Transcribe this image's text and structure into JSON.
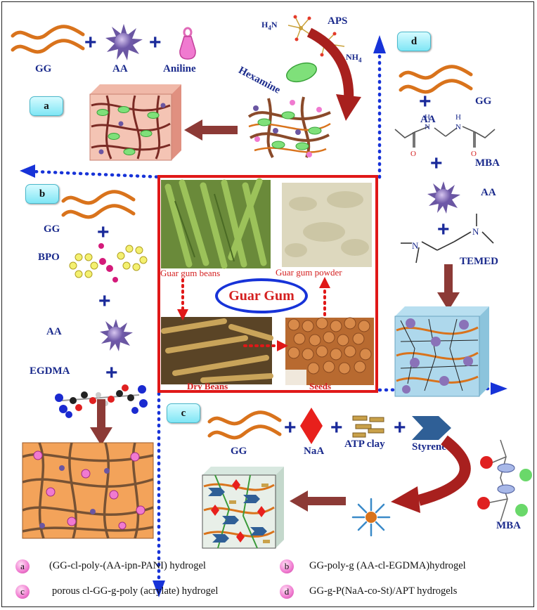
{
  "panel_a": {
    "badge": "a",
    "reagents": [
      "GG",
      "AA",
      "Aniline"
    ],
    "initiator": "APS",
    "crosslinker": "Hexamine",
    "aps_formula_left": "H",
    "aps_formula_left_sub": "4",
    "aps_formula_left_el": "N",
    "aps_formula_right": "NH",
    "aps_formula_right_sub": "4"
  },
  "panel_b": {
    "badge": "b",
    "reagents": [
      "GG",
      "BPO",
      "AA",
      "EGDMA"
    ]
  },
  "panel_c": {
    "badge": "c",
    "reagents": [
      "GG",
      "NaA",
      "ATP clay",
      "Styrene",
      "MBA"
    ]
  },
  "panel_d": {
    "badge": "d",
    "reagents": [
      "GG",
      "AA",
      "MBA",
      "AA",
      "TEMED"
    ],
    "mba_atoms": [
      "H",
      "H",
      "N",
      "N",
      "O",
      "O"
    ],
    "temed_atoms": [
      "N",
      "N"
    ]
  },
  "center": {
    "title": "Guar Gum",
    "captions": [
      "Guar gum beans",
      "Guar gum powder",
      "Dry Beans",
      "Seeds"
    ]
  },
  "legend": [
    {
      "key": "a",
      "text": "(GG-cl-poly-(AA-ipn-PANI) hydrogel"
    },
    {
      "key": "b",
      "text": "GG-poly-g (AA-cl-EGDMA)hydrogel"
    },
    {
      "key": "c",
      "text": "porous cl-GG-g-poly (acrylate) hydrogel"
    },
    {
      "key": "d",
      "text": "GG-g-P(NaA-co-St)/APT hydrogels"
    }
  ],
  "colors": {
    "gum": "#d9731c",
    "label": "#1a2a8c",
    "center_border": "#e01818",
    "oval": "#1733d8",
    "dotted_axis": "#1733d8",
    "arrow": "#8c3a36",
    "legend_dot": "#f07ad0"
  }
}
